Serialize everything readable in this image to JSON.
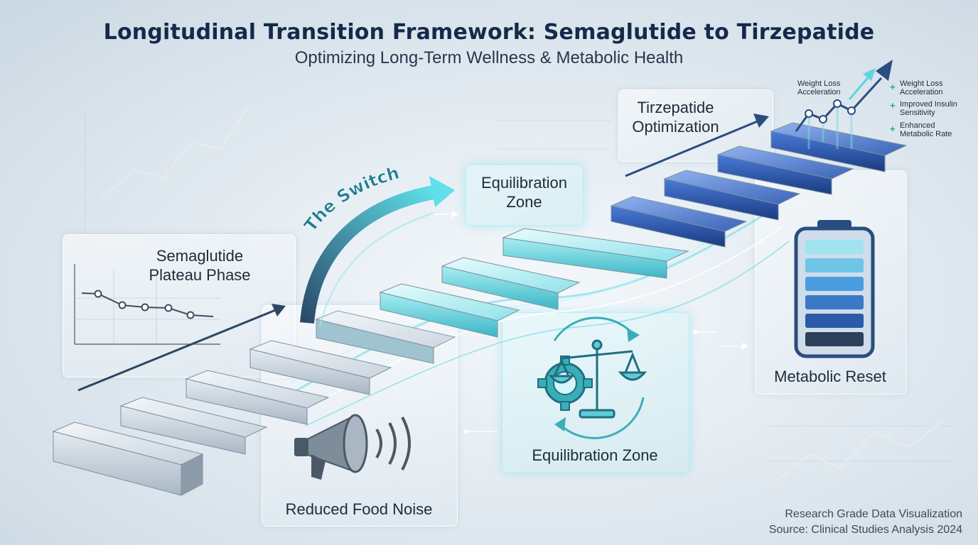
{
  "header": {
    "title": "Longitudinal Transition Framework: Semaglutide to Tirzepatide",
    "subtitle": "Optimizing Long-Term Wellness & Metabolic Health"
  },
  "stages": {
    "plateau": "Semaglutide Plateau Phase",
    "switch": "The Switch",
    "equilibration_top": "Equilibration Zone",
    "optimization": "Tirzepatide Optimization",
    "equilibration_bottom": "Equilibration Zone",
    "food_noise": "Reduced Food Noise",
    "metabolic_reset": "Metabolic Reset"
  },
  "benefits": {
    "chart_label": "Weight Loss Acceleration",
    "items": [
      "Weight Loss Acceleration",
      "Improved Insulin Sensitivity",
      "Enhanced Metabolic Rate"
    ]
  },
  "footer": {
    "line1": "Research Grade Data Visualization",
    "line2": "Source: Clinical Studies Analysis 2024"
  },
  "colors": {
    "navy": "#15294a",
    "cyan": "#3fd0dc",
    "teal": "#2a8a9a",
    "blue": "#2c5fc0"
  },
  "icons": [
    "megaphone-icon",
    "balance-scale-icon",
    "gear-icon",
    "battery-icon",
    "trend-arrow-icon"
  ]
}
